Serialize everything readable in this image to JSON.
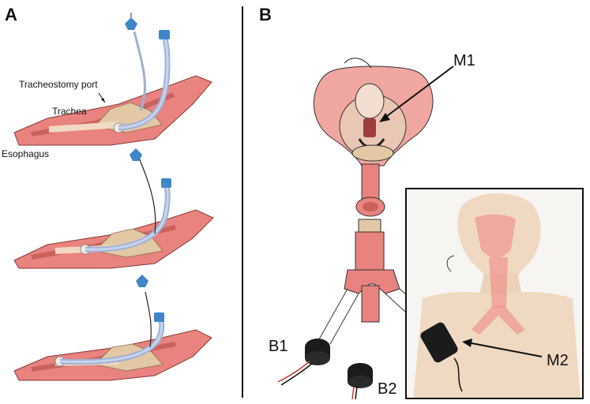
{
  "panels": {
    "a": "A",
    "b": "B"
  },
  "labels": {
    "tracheostomy_port": "Tracheostomy port",
    "trachea": "Trachea",
    "esophagus": "Esophagus",
    "m1": "M1",
    "m2": "M2",
    "b1": "B1",
    "b2": "B2"
  },
  "colors": {
    "tissue": "#e8837f",
    "tissue_dark": "#c9615d",
    "tube": "#b9c8e6",
    "connector": "#3f86c8",
    "skin": "#f2d9c4",
    "cartilage": "#e2c8a5",
    "highlight": "#f08f88",
    "sensor": "#1b1b1b"
  },
  "icons": {
    "sensor": "microphone-sensor-icon",
    "manikin": "manikin-torso-icon"
  }
}
